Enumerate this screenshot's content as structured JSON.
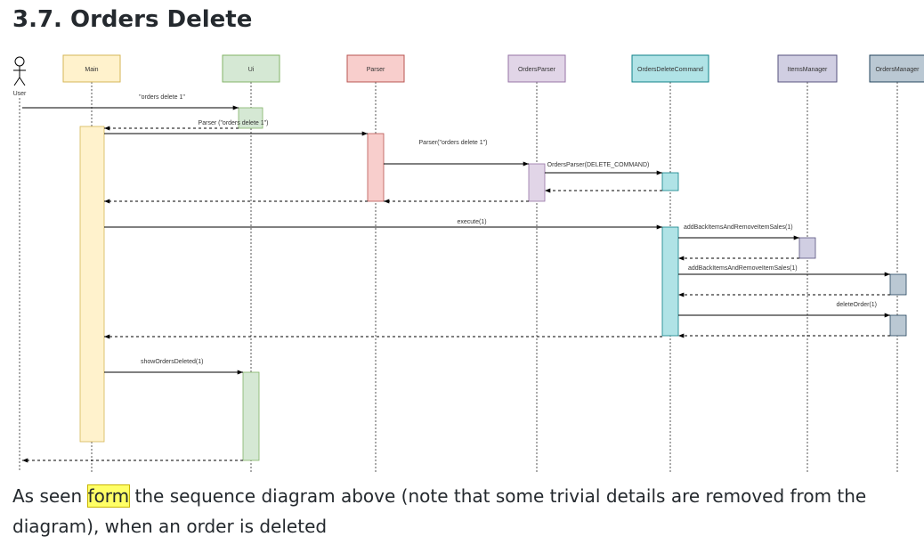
{
  "heading": "3.7. Orders Delete",
  "diagram": {
    "actor": {
      "id": "user",
      "name": "User"
    },
    "participants": [
      {
        "id": "main",
        "name": "Main",
        "fill": "#fff2cc",
        "stroke": "#d6b656"
      },
      {
        "id": "ui",
        "name": "Ui",
        "fill": "#d5e8d4",
        "stroke": "#82b366"
      },
      {
        "id": "parser",
        "name": "Parser",
        "fill": "#f8cecc",
        "stroke": "#b85450"
      },
      {
        "id": "ordersparser",
        "name": "OrdersParser",
        "fill": "#e1d5e7",
        "stroke": "#9673a6"
      },
      {
        "id": "odc",
        "name": "OrdersDeleteCommand",
        "fill": "#b0e3e6",
        "stroke": "#0e8088"
      },
      {
        "id": "items",
        "name": "ItemsManager",
        "fill": "#d0cee2",
        "stroke": "#56517e"
      },
      {
        "id": "orders",
        "name": "OrdersManager",
        "fill": "#bac8d3",
        "stroke": "#23445d"
      }
    ],
    "messages": [
      {
        "from": "user",
        "to": "ui",
        "label": "\"orders delete 1\"",
        "type": "call"
      },
      {
        "from": "ui",
        "to": "main",
        "label": "",
        "type": "return"
      },
      {
        "from": "main",
        "to": "parser",
        "label": "Parser (\"orders delete 1\")",
        "type": "call"
      },
      {
        "from": "parser",
        "to": "ordersparser",
        "label": "Parser(\"orders delete 1\")",
        "type": "call"
      },
      {
        "from": "ordersparser",
        "to": "odc",
        "label": "OrdersParser(DELETE_COMMAND)",
        "type": "call"
      },
      {
        "from": "odc",
        "to": "ordersparser",
        "label": "",
        "type": "return"
      },
      {
        "from": "ordersparser",
        "to": "parser",
        "label": "",
        "type": "return"
      },
      {
        "from": "parser",
        "to": "main",
        "label": "",
        "type": "return"
      },
      {
        "from": "main",
        "to": "odc",
        "label": "execute(1)",
        "type": "call"
      },
      {
        "from": "odc",
        "to": "items",
        "label": "addBackItemsAndRemoveItemSales(1)",
        "type": "call"
      },
      {
        "from": "items",
        "to": "odc",
        "label": "",
        "type": "return"
      },
      {
        "from": "odc",
        "to": "orders",
        "label": "addBackItemsAndRemoveItemSales(1)",
        "type": "call"
      },
      {
        "from": "orders",
        "to": "odc",
        "label": "",
        "type": "return"
      },
      {
        "from": "odc",
        "to": "orders",
        "label": "deleteOrder(1)",
        "type": "call"
      },
      {
        "from": "orders",
        "to": "odc",
        "label": "",
        "type": "return"
      },
      {
        "from": "odc",
        "to": "main",
        "label": "",
        "type": "return"
      },
      {
        "from": "main",
        "to": "ui",
        "label": "showOrdersDeleted(1)",
        "type": "call"
      },
      {
        "from": "ui",
        "to": "user",
        "label": "",
        "type": "return"
      }
    ]
  },
  "caption": {
    "before": "As seen ",
    "highlight": "form",
    "after": " the sequence diagram above (note that some trivial details are removed from the diagram), when an order is deleted"
  }
}
